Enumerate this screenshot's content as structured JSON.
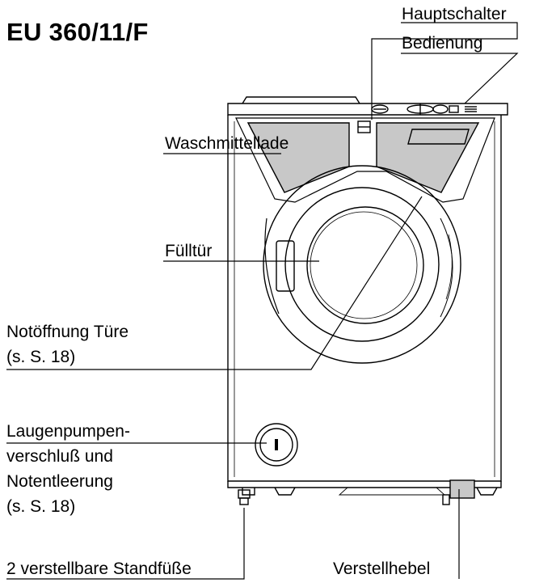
{
  "title": "EU 360/11/F",
  "labels": {
    "hauptschalter": "Hauptschalter",
    "bedienung": "Bedienung",
    "waschmittellade": "Waschmittellade",
    "fuelltuer": "Fülltür",
    "notoeffnung_line1": "Notöffnung Türe",
    "notoeffnung_line2": "(s. S. 18)",
    "laugen_line1": "Laugenpumpen-",
    "laugen_line2": "verschluß und",
    "laugen_line3": "Notentleerung",
    "laugen_line4": "(s. S. 18)",
    "standfuesse": "2 verstellbare Standfüße",
    "verstellhebel": "Verstellhebel"
  },
  "colors": {
    "line": "#000000",
    "panel_fill": "#c8c8c8",
    "background": "#ffffff"
  },
  "icons": [
    "washing-machine",
    "detergent-drawer",
    "door",
    "drain-pump-cap",
    "main-switch",
    "control-knob"
  ]
}
